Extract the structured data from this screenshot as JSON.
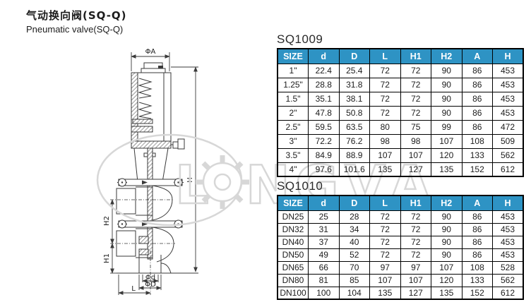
{
  "header": {
    "title_cn": "气动换向阀(SQ-Q)",
    "title_en": "Pneumatic valve(SQ-Q)"
  },
  "watermark": {
    "letters": [
      "L",
      "N",
      "G",
      "V",
      "A"
    ]
  },
  "drawing": {
    "dim_labels": {
      "phiA": "ΦA",
      "H": "H",
      "H2": "H2",
      "H1": "H1",
      "phid": "Φd",
      "phiD": "ΦD",
      "L": "L"
    }
  },
  "tables": [
    {
      "model": "SQ1009",
      "columns": [
        "SIZE",
        "d",
        "D",
        "L",
        "H1",
        "H2",
        "A",
        "H"
      ],
      "rows": [
        [
          "1\"",
          "22.4",
          "25.4",
          "72",
          "72",
          "90",
          "86",
          "453"
        ],
        [
          "1.25\"",
          "28.8",
          "31.8",
          "72",
          "72",
          "90",
          "86",
          "453"
        ],
        [
          "1.5\"",
          "35.1",
          "38.1",
          "72",
          "72",
          "90",
          "86",
          "453"
        ],
        [
          "2\"",
          "47.8",
          "50.8",
          "72",
          "72",
          "90",
          "86",
          "453"
        ],
        [
          "2.5\"",
          "59.5",
          "63.5",
          "80",
          "75",
          "99",
          "86",
          "472"
        ],
        [
          "3\"",
          "72.2",
          "76.2",
          "98",
          "98",
          "107",
          "108",
          "509"
        ],
        [
          "3.5\"",
          "84.9",
          "88.9",
          "107",
          "107",
          "120",
          "133",
          "562"
        ],
        [
          "4\"",
          "97.6",
          "101.6",
          "135",
          "127",
          "135",
          "152",
          "612"
        ]
      ]
    },
    {
      "model": "SQ1010",
      "columns": [
        "SIZE",
        "d",
        "D",
        "L",
        "H1",
        "H2",
        "A",
        "H"
      ],
      "rows": [
        [
          "DN25",
          "25",
          "28",
          "72",
          "72",
          "90",
          "86",
          "453"
        ],
        [
          "DN32",
          "31",
          "34",
          "72",
          "72",
          "90",
          "86",
          "453"
        ],
        [
          "DN40",
          "37",
          "40",
          "72",
          "72",
          "90",
          "86",
          "453"
        ],
        [
          "DN50",
          "49",
          "52",
          "72",
          "72",
          "90",
          "86",
          "453"
        ],
        [
          "DN65",
          "66",
          "70",
          "97",
          "97",
          "107",
          "108",
          "528"
        ],
        [
          "DN80",
          "81",
          "85",
          "107",
          "107",
          "120",
          "133",
          "562"
        ],
        [
          "DN100",
          "100",
          "104",
          "135",
          "127",
          "135",
          "152",
          "612"
        ]
      ]
    }
  ],
  "colors": {
    "table_header_bg": "#2e93c4",
    "table_header_text": "#ffffff",
    "table_border": "#000000",
    "text": "#1c1c1c",
    "drawing_line": "#3a3a3a",
    "watermark": "#d7d7d7"
  }
}
